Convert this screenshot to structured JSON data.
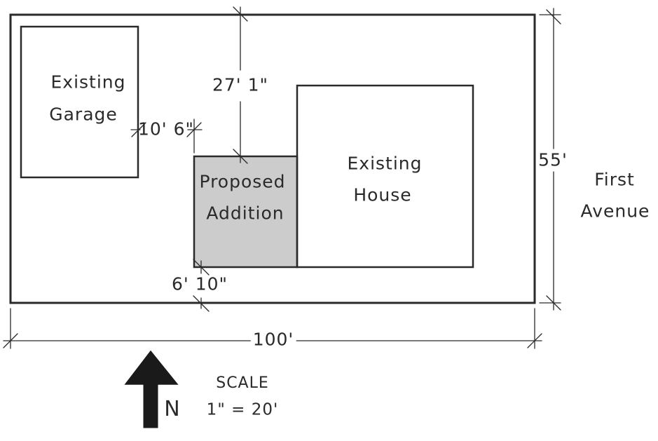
{
  "labels": {
    "garage": [
      "Existing",
      "Garage"
    ],
    "addition": [
      "Proposed",
      "Addition"
    ],
    "house": [
      "Existing",
      "House"
    ],
    "street": [
      "First",
      "Avenue"
    ]
  },
  "dimensions": {
    "addition_to_lot_top": "27' 1\"",
    "garage_to_addition": "10' 6\"",
    "addition_to_lot_bottom": "6' 10\"",
    "lot_width": "100'",
    "lot_depth": "55'"
  },
  "north_arrow": {
    "letter": "N"
  },
  "scale": {
    "title": "SCALE",
    "value": "1\" = 20'"
  },
  "colors": {
    "addition_fill": "#cccccc",
    "ink": "#2a2a2a"
  }
}
